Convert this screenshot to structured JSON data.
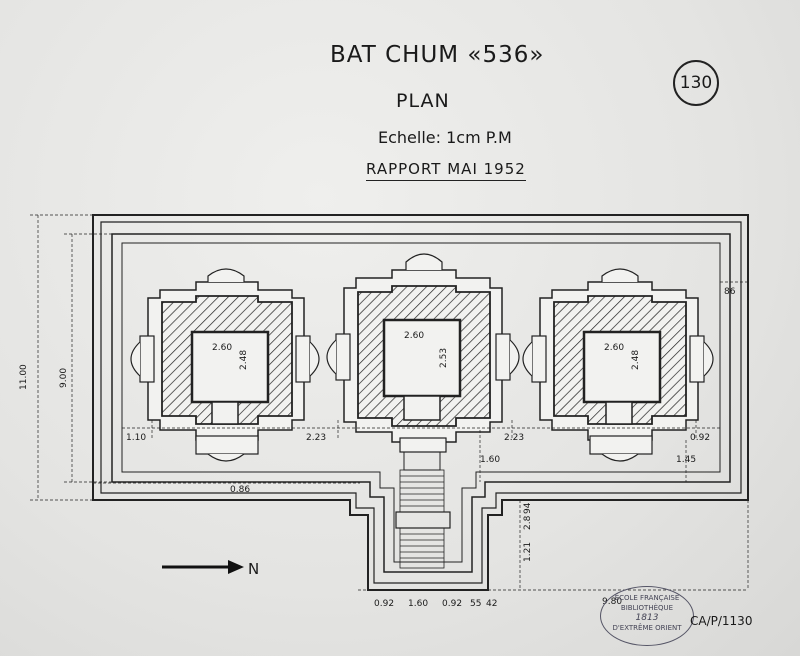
{
  "header": {
    "title": "BAT CHUM «536»",
    "subtitle": "PLAN",
    "scale": "Echelle: 1cm P.M",
    "report": "RAPPORT MAI 1952",
    "sheet_number": "130"
  },
  "dimensions": {
    "total_depth": "11.00",
    "inner_depth": "9.00",
    "width_total": "9.80",
    "right_wall": "86",
    "left_gap": "1.10",
    "gap_left_center": "2.23",
    "gap_center_right": "2.23",
    "right_gap": "0.92",
    "center_front": "1.60",
    "right_front": "1.45",
    "wall_bottom": "0.86",
    "stair_a": "1.21",
    "stair_b": "2.8",
    "stair_c": "94",
    "bottom_a": "0.92",
    "bottom_b": "1.60",
    "bottom_c": "0.92",
    "bottom_d": "55",
    "bottom_e": "42"
  },
  "towers": [
    {
      "id": "left",
      "room_w": "2.60",
      "room_d": "2.48"
    },
    {
      "id": "center",
      "room_w": "2.60",
      "room_d": "2.53"
    },
    {
      "id": "right",
      "room_w": "2.60",
      "room_d": "2.48"
    }
  ],
  "north_label": "N",
  "reference": "CA/P/1130",
  "stamp": {
    "line1": "ÉCOLE FRANÇAISE",
    "line2": "BIBLIOTHÈQUE",
    "line3": "1813",
    "line4": "D'EXTRÊME ORIENT"
  }
}
